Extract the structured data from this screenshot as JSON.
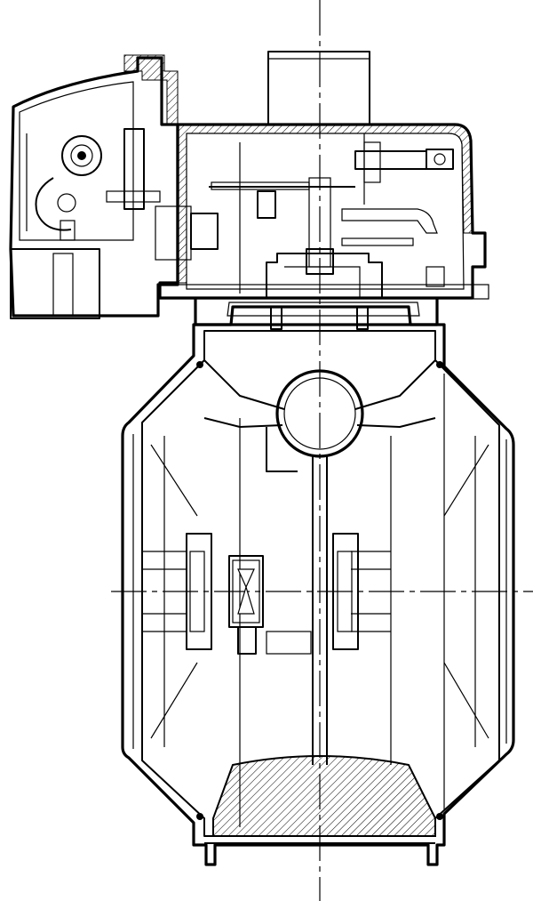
{
  "drawing": {
    "kind": "technical cross-section drawing (no printed text or labels)",
    "palette": {
      "ink": "#000000",
      "paper": "#ffffff"
    },
    "hatch": {
      "spacing": 6,
      "angle_deg": 45
    }
  }
}
